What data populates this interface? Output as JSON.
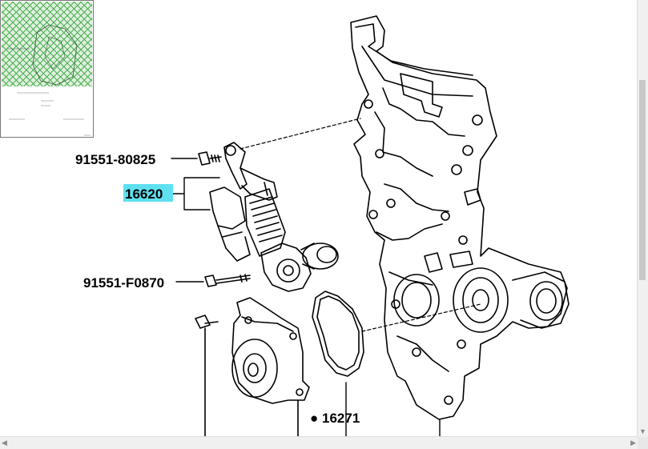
{
  "parts": {
    "bolt_top": "91551-80825",
    "tensioner": "16620",
    "bolt_mid": "91551-F0870",
    "gasket": "16271",
    "gasket_marker": "●"
  },
  "colors": {
    "highlight": "#5ee0f0",
    "line": "#000000",
    "overview_grid": "#4caf50"
  }
}
